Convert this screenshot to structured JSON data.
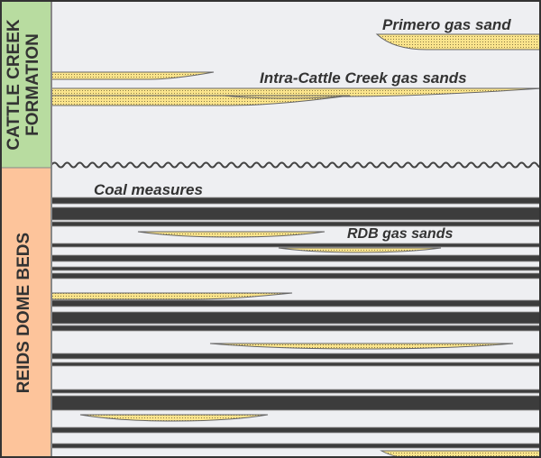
{
  "formations": {
    "upper": {
      "name_line1": "CATTLE CREEK",
      "name_line2": "FORMATION",
      "color": "#b8dca0"
    },
    "lower": {
      "name": "REIDS DOME BEDS",
      "color": "#fdc49b"
    }
  },
  "labels": {
    "primero": "Primero gas sand",
    "intra_cattle_creek": "Intra-Cattle Creek gas sands",
    "coal_measures": "Coal measures",
    "rdb": "RDB gas sands"
  },
  "colors": {
    "background": "#eeeff2",
    "coal": "#3c3c3c",
    "sand": "#fbe48c",
    "border": "#333333"
  }
}
